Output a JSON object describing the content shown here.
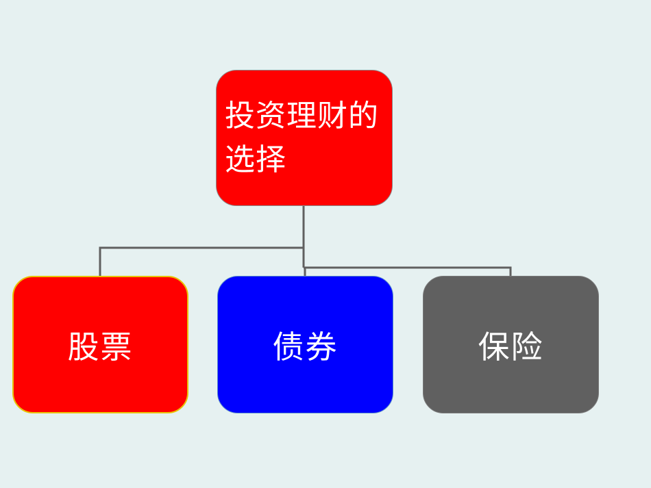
{
  "diagram": {
    "root": {
      "label": "投资理财的选择",
      "color": "#ff0000"
    },
    "children": [
      {
        "id": "stocks",
        "label": "股票",
        "color": "#ff0000"
      },
      {
        "id": "bonds",
        "label": "债券",
        "color": "#0000ff"
      },
      {
        "id": "insurance",
        "label": "保险",
        "color": "#606060"
      }
    ],
    "connector_color": "#606060",
    "background_color": "#e6f1f1"
  }
}
